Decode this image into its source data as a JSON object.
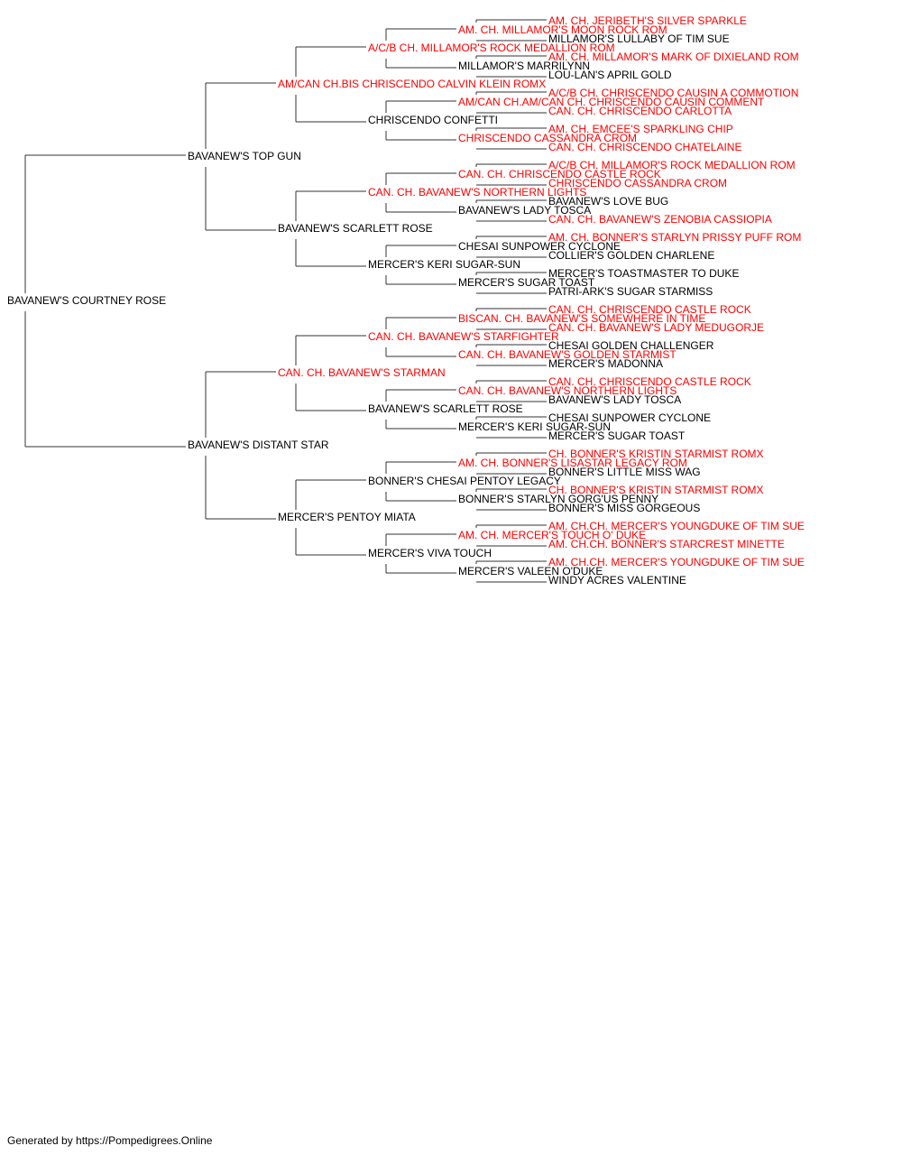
{
  "colors": {
    "champion": "#ff0000",
    "normal": "#000000",
    "line": "#333333"
  },
  "pedigree": {
    "name": "BAVANEW'S COURTNEY ROSE",
    "champion": false,
    "parents": [
      {
        "name": "BAVANEW'S TOP GUN",
        "champion": false,
        "parents": [
          {
            "name": "AM/CAN CH.BIS CHRISCENDO CALVIN KLEIN ROMX",
            "champion": true,
            "parents": [
              {
                "name": "A/C/B CH. MILLAMOR'S ROCK MEDALLION ROM",
                "champion": true,
                "parents": [
                  {
                    "name": "AM. CH. MILLAMOR'S MOON ROCK ROM",
                    "champion": true,
                    "parents": [
                      {
                        "name": "AM. CH. JERIBETH'S SILVER SPARKLE",
                        "champion": true
                      },
                      {
                        "name": "MILLAMOR'S LULLABY OF TIM SUE",
                        "champion": false
                      }
                    ]
                  },
                  {
                    "name": "MILLAMOR'S MARRILYNN",
                    "champion": false,
                    "parents": [
                      {
                        "name": "AM. CH. MILLAMOR'S MARK OF DIXIELAND ROM",
                        "champion": true
                      },
                      {
                        "name": "LOU-LAN'S APRIL GOLD",
                        "champion": false
                      }
                    ]
                  }
                ]
              },
              {
                "name": "CHRISCENDO CONFETTI",
                "champion": false,
                "parents": [
                  {
                    "name": "AM/CAN CH.AM/CAN CH. CHRISCENDO CAUSIN COMMENT",
                    "champion": true,
                    "parents": [
                      {
                        "name": "A/C/B CH. CHRISCENDO CAUSIN A COMMOTION",
                        "champion": true
                      },
                      {
                        "name": "CAN. CH. CHRISCENDO CARLOTTA",
                        "champion": true
                      }
                    ]
                  },
                  {
                    "name": "CHRISCENDO CASSANDRA CROM",
                    "champion": true,
                    "parents": [
                      {
                        "name": "AM. CH. EMCEE'S SPARKLING CHIP",
                        "champion": true
                      },
                      {
                        "name": "CAN. CH. CHRISCENDO CHATELAINE",
                        "champion": true
                      }
                    ]
                  }
                ]
              }
            ]
          },
          {
            "name": "BAVANEW'S SCARLETT ROSE",
            "champion": false,
            "parents": [
              {
                "name": "CAN. CH. BAVANEW'S NORTHERN LIGHTS",
                "champion": true,
                "parents": [
                  {
                    "name": "CAN. CH. CHRISCENDO CASTLE ROCK",
                    "champion": true,
                    "parents": [
                      {
                        "name": "A/C/B CH. MILLAMOR'S ROCK MEDALLION ROM",
                        "champion": true
                      },
                      {
                        "name": "CHRISCENDO CASSANDRA CROM",
                        "champion": true
                      }
                    ]
                  },
                  {
                    "name": "BAVANEW'S LADY TOSCA",
                    "champion": false,
                    "parents": [
                      {
                        "name": "BAVANEW'S LOVE BUG",
                        "champion": false
                      },
                      {
                        "name": "CAN. CH. BAVANEW'S ZENOBIA CASSIOPIA",
                        "champion": true
                      }
                    ]
                  }
                ]
              },
              {
                "name": "MERCER'S KERI SUGAR-SUN",
                "champion": false,
                "parents": [
                  {
                    "name": "CHESAI SUNPOWER CYCLONE",
                    "champion": false,
                    "parents": [
                      {
                        "name": "AM. CH. BONNER'S STARLYN PRISSY PUFF ROM",
                        "champion": true
                      },
                      {
                        "name": "COLLIER'S GOLDEN CHARLENE",
                        "champion": false
                      }
                    ]
                  },
                  {
                    "name": "MERCER'S SUGAR TOAST",
                    "champion": false,
                    "parents": [
                      {
                        "name": "MERCER'S TOASTMASTER TO DUKE",
                        "champion": false
                      },
                      {
                        "name": "PATRI-ARK'S SUGAR STARMISS",
                        "champion": false
                      }
                    ]
                  }
                ]
              }
            ]
          }
        ]
      },
      {
        "name": "BAVANEW'S DISTANT STAR",
        "champion": false,
        "parents": [
          {
            "name": "CAN. CH. BAVANEW'S STARMAN",
            "champion": true,
            "parents": [
              {
                "name": "CAN. CH. BAVANEW'S STARFIGHTER",
                "champion": true,
                "parents": [
                  {
                    "name": "BISCAN. CH. BAVANEW'S SOMEWHERE IN TIME",
                    "champion": true,
                    "parents": [
                      {
                        "name": "CAN. CH. CHRISCENDO CASTLE ROCK",
                        "champion": true
                      },
                      {
                        "name": "CAN. CH. BAVANEW'S LADY MEDUGORJE",
                        "champion": true
                      }
                    ]
                  },
                  {
                    "name": "CAN. CH. BAVANEW'S GOLDEN STARMIST",
                    "champion": true,
                    "parents": [
                      {
                        "name": "CHESAI GOLDEN CHALLENGER",
                        "champion": false
                      },
                      {
                        "name": "MERCER'S MADONNA",
                        "champion": false
                      }
                    ]
                  }
                ]
              },
              {
                "name": "BAVANEW'S SCARLETT ROSE",
                "champion": false,
                "parents": [
                  {
                    "name": "CAN. CH. BAVANEW'S NORTHERN LIGHTS",
                    "champion": true,
                    "parents": [
                      {
                        "name": "CAN. CH. CHRISCENDO CASTLE ROCK",
                        "champion": true
                      },
                      {
                        "name": "BAVANEW'S LADY TOSCA",
                        "champion": false
                      }
                    ]
                  },
                  {
                    "name": "MERCER'S KERI SUGAR-SUN",
                    "champion": false,
                    "parents": [
                      {
                        "name": "CHESAI SUNPOWER CYCLONE",
                        "champion": false
                      },
                      {
                        "name": "MERCER'S SUGAR TOAST",
                        "champion": false
                      }
                    ]
                  }
                ]
              }
            ]
          },
          {
            "name": "MERCER'S PENTOY MIATA",
            "champion": false,
            "parents": [
              {
                "name": "BONNER'S CHESAI PENTOY LEGACY",
                "champion": false,
                "parents": [
                  {
                    "name": "AM. CH. BONNER'S LISASTAR LEGACY ROM",
                    "champion": true,
                    "parents": [
                      {
                        "name": "CH. BONNER'S KRISTIN STARMIST ROMX",
                        "champion": true
                      },
                      {
                        "name": "BONNER'S LITTLE MISS WAG",
                        "champion": false
                      }
                    ]
                  },
                  {
                    "name": "BONNER'S STARLYN GORG'US PENNY",
                    "champion": false,
                    "parents": [
                      {
                        "name": "CH. BONNER'S KRISTIN STARMIST ROMX",
                        "champion": true
                      },
                      {
                        "name": "BONNER'S MISS GORGEOUS",
                        "champion": false
                      }
                    ]
                  }
                ]
              },
              {
                "name": "MERCER'S VIVA TOUCH",
                "champion": false,
                "parents": [
                  {
                    "name": "AM. CH. MERCER'S TOUCH O' DUKE",
                    "champion": true,
                    "parents": [
                      {
                        "name": "AM. CH.CH. MERCER'S YOUNGDUKE OF TIM SUE",
                        "champion": true
                      },
                      {
                        "name": "AM. CH.CH. BONNER'S STARCREST MINETTE",
                        "champion": true
                      }
                    ]
                  },
                  {
                    "name": "MERCER'S VALEEN O'DUKE",
                    "champion": false,
                    "parents": [
                      {
                        "name": "AM. CH.CH. MERCER'S YOUNGDUKE OF TIM SUE",
                        "champion": true
                      },
                      {
                        "name": "WINDY ACRES VALENTINE",
                        "champion": false
                      }
                    ]
                  }
                ]
              }
            ]
          }
        ]
      }
    ]
  },
  "footer": {
    "text": "Generated by https://Pompedigrees.Online"
  }
}
